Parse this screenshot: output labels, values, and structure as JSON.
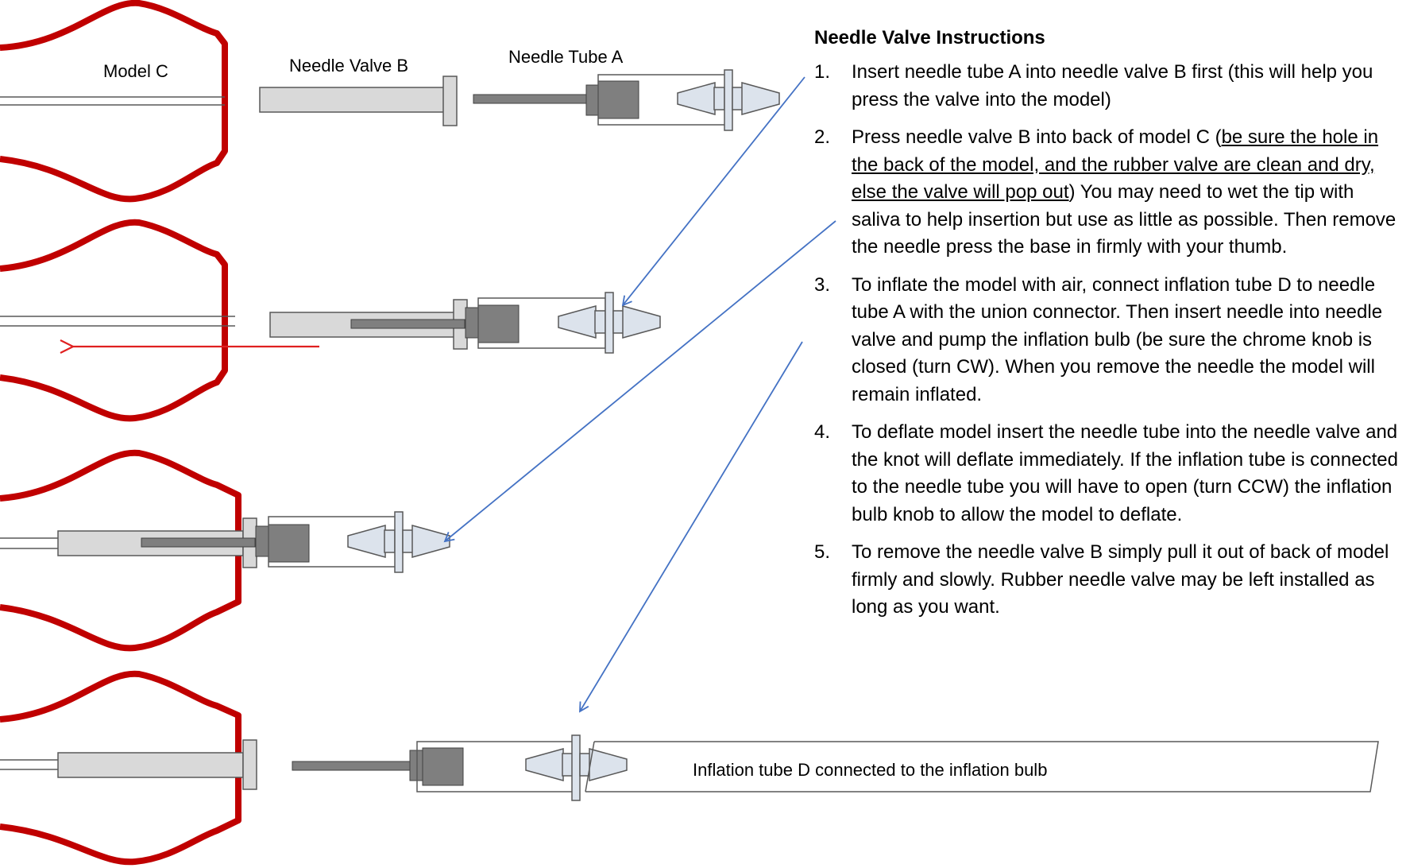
{
  "labels": {
    "model_c": "Model C",
    "needle_valve_b": "Needle Valve B",
    "needle_tube_a": "Needle Tube A",
    "inflation_tube_d": "Inflation tube D connected to the inflation bulb"
  },
  "instructions": {
    "title": "Needle Valve Instructions",
    "steps": [
      {
        "num": "1.",
        "text": "Insert needle tube A into needle valve B first (this will help you press the valve into the model)"
      },
      {
        "num": "2.",
        "text_before": "Press needle valve B into back of model C (",
        "underlined": "be sure the hole in the back of the model, and the rubber valve are clean and dry, else the valve will pop out",
        "text_after": ") You may need to wet the tip with saliva to help insertion but use as little as possible. Then remove the needle press the base in firmly with your thumb."
      },
      {
        "num": "3.",
        "text": "To inflate the model with air, connect inflation tube D to needle tube A with the union connector. Then insert needle into needle valve and pump the inflation bulb (be sure the chrome knob is closed (turn CW). When you remove the needle the model will remain inflated."
      },
      {
        "num": "4.",
        "text": "To deflate model insert the needle tube into the needle valve and the knot will deflate immediately. If the inflation tube is connected to the needle tube you will have to open (turn CCW) the inflation bulb knob to allow the model to deflate."
      },
      {
        "num": "5.",
        "text": "To remove the needle valve B simply pull it out of back of model firmly and slowly. Rubber needle valve may be left installed as long as you want."
      }
    ]
  },
  "colors": {
    "model_outline": "#c00000",
    "arrow_blue": "#4472c4",
    "arrow_red": "#e02020",
    "part_light": "#d9d9d9",
    "part_dark": "#7f7f7f",
    "connector": "#dce3ec"
  }
}
